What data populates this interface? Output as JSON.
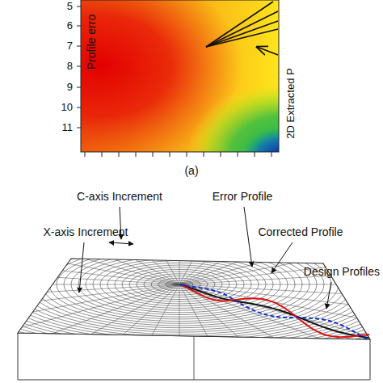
{
  "diagram": {
    "labels": [
      "5",
      "6",
      "7",
      "8",
      "9",
      "10",
      "11",
      "Profile erro",
      "2D Extracted P",
      "(a)",
      "C-axis Increment",
      "Error Profile",
      "Corrected Profile",
      "X-axis Increment",
      "Design Profiles"
    ]
  }
}
